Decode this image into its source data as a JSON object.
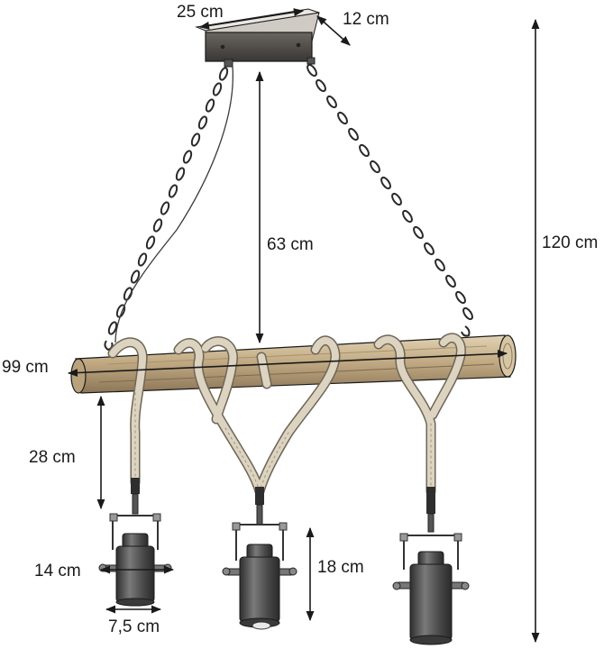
{
  "dimensions": {
    "mount_width": "25 cm",
    "mount_depth": "12 cm",
    "chain_drop": "63 cm",
    "total_height": "120 cm",
    "beam_length": "99 cm",
    "rope_length": "28 cm",
    "spot_width": "14 cm",
    "spot_diameter": "7,5 cm",
    "spot_height": "18 cm"
  },
  "colors": {
    "line": "#1a1a1a",
    "beam": "#c9b591",
    "beam_dark": "#8a7658",
    "rope": "#d8cfbf",
    "metal": "#555555",
    "mount": "#4a4642"
  }
}
